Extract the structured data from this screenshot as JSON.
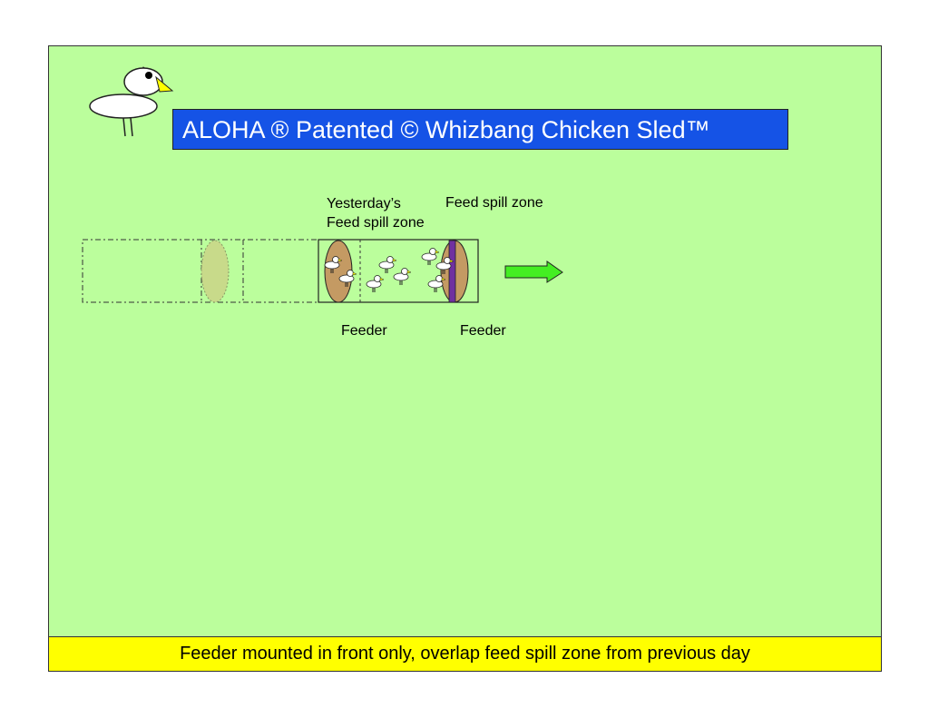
{
  "title": "ALOHA ® Patented © Whizbang Chicken Sled™",
  "footer": "Feeder mounted in front only, overlap feed spill zone from previous day",
  "labels": {
    "yesterday_line1": "Yesterday’s",
    "yesterday_line2": "Feed spill zone",
    "spill_zone": "Feed spill zone",
    "feeder_left": "Feeder",
    "feeder_right": "Feeder"
  },
  "colors": {
    "background": "#bbfe9c",
    "title_bg": "#1553e6",
    "footer_bg": "#ffff00",
    "feed": "#c49a63",
    "feeder_bar": "#7030a0",
    "arrow": "#44ee22"
  }
}
